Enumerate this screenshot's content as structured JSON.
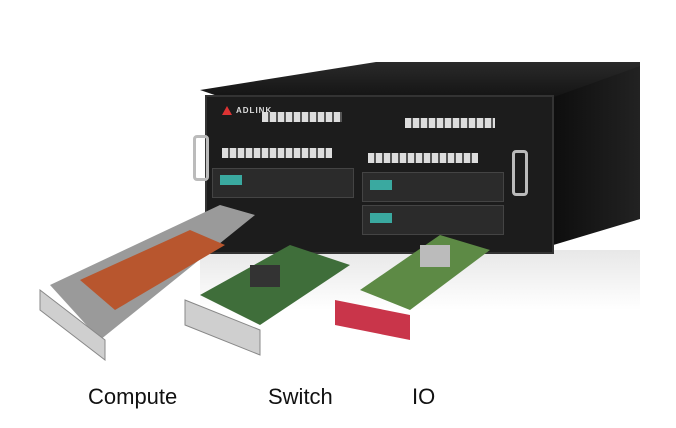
{
  "brand": {
    "logo_text": "ADLINK"
  },
  "labels": {
    "compute": "Compute",
    "switch": "Switch",
    "io": "IO"
  },
  "colors": {
    "accent": "#3aa9a0",
    "logo_red": "#d33333",
    "heatsink": "#b8562e"
  }
}
